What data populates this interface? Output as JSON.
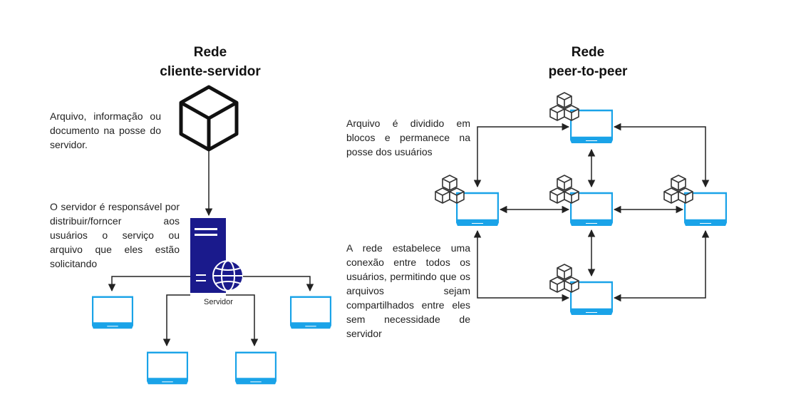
{
  "left": {
    "title_line1": "Rede",
    "title_line2": "cliente-servidor",
    "text_file": "Arquivo, informação ou documento na posse do servidor.",
    "text_server": "O servidor é responsável por distribuir/forncer aos usuários o serviço ou arquivo que eles estão solicitando",
    "server_label": "Servidor"
  },
  "right": {
    "title_line1": "Rede",
    "title_line2": "peer-to-peer",
    "text_blocks": "Arquivo é dividido em blocos e permanece na posse dos usuários",
    "text_network": "A rede estabelece uma conexão entre todos os usuários, permitindo que os arquivos sejam compartilhados entre eles sem necessidade de servidor"
  },
  "colors": {
    "monitor": "#1aa3e8",
    "server": "#1a1a8c",
    "line": "#222222"
  }
}
